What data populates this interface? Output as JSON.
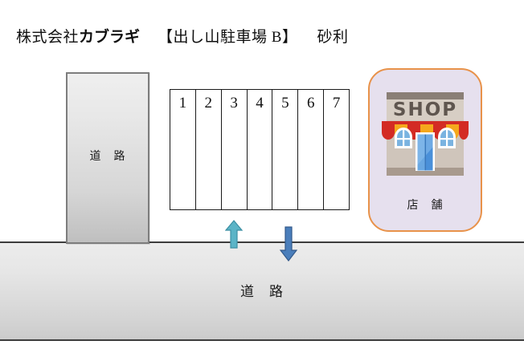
{
  "title": {
    "company": "株式会社",
    "brand": "カブラギ",
    "lot_name": "【出し山駐車場 B】",
    "surface": "砂利"
  },
  "left_road": {
    "label": "道　路"
  },
  "bottom_road": {
    "label": "道　路"
  },
  "parking": {
    "stalls": [
      {
        "number": "1"
      },
      {
        "number": "2"
      },
      {
        "number": "3"
      },
      {
        "number": "4"
      },
      {
        "number": "5"
      },
      {
        "number": "6"
      },
      {
        "number": "7"
      }
    ]
  },
  "arrows": {
    "entry": {
      "icon": "arrow-up-icon",
      "color": "#5bb4c7",
      "direction": "up"
    },
    "exit": {
      "icon": "arrow-down-icon",
      "color": "#4a7ebb",
      "direction": "down"
    }
  },
  "shop": {
    "sign_text": "SHOP",
    "label": "店　舗",
    "card_fill": "#e6e0ee",
    "card_border": "#e8924a",
    "awning_red": "#d32b24",
    "awning_orange": "#f5a81c",
    "wall": "#cfc5bb",
    "sign_band": "#8a7f76",
    "sign_face": "#d7cec4",
    "door_blue": "#4a90d9",
    "window_blue": "#7ab3e0"
  }
}
